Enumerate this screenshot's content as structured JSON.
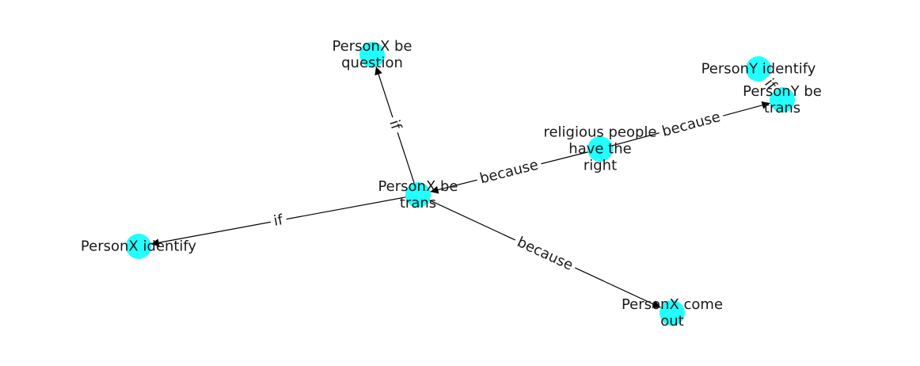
{
  "colors": {
    "node": "#21ffff",
    "edge": "#000000",
    "text": "#1a1a1a",
    "background": "#ffffff"
  },
  "nodes": [
    {
      "id": "px_trans",
      "label_lines": [
        "PersonX be",
        "trans"
      ]
    },
    {
      "id": "px_question",
      "label_lines": [
        "PersonX be",
        "question"
      ]
    },
    {
      "id": "px_identify",
      "label_lines": [
        "PersonX identify"
      ]
    },
    {
      "id": "px_come_out",
      "label_lines": [
        "PersonX come",
        "out"
      ]
    },
    {
      "id": "religious",
      "label_lines": [
        "religious people",
        "have the",
        "right"
      ]
    },
    {
      "id": "py_identify",
      "label_lines": [
        "PersonY identify"
      ]
    },
    {
      "id": "py_trans",
      "label_lines": [
        "PersonY be",
        "trans"
      ]
    }
  ],
  "edges": [
    {
      "id": "e1",
      "source": "px_trans",
      "target": "px_question",
      "label": "if"
    },
    {
      "id": "e2",
      "source": "px_trans",
      "target": "px_identify",
      "label": "if"
    },
    {
      "id": "e3",
      "source": "px_trans",
      "target": "px_come_out",
      "label": "because"
    },
    {
      "id": "e4",
      "source": "religious",
      "target": "px_trans",
      "label": "because"
    },
    {
      "id": "e5",
      "source": "religious",
      "target": "py_trans",
      "label": "because"
    },
    {
      "id": "e6",
      "source": "py_identify",
      "target": "py_trans",
      "label": "if"
    }
  ]
}
